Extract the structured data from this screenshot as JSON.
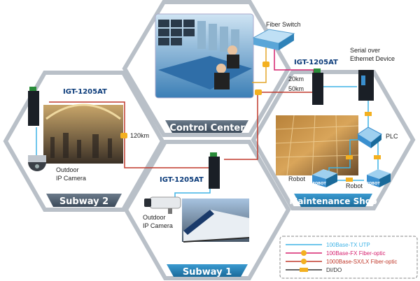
{
  "zones": {
    "control_center": "Control Center",
    "subway_2": "Subway 2",
    "subway_1": "Subway 1",
    "maintenance_shop": "Maintenance Shop"
  },
  "devices": {
    "fiber_switch": "Fiber Switch",
    "igt_top": "IGT-1205AT",
    "igt_subway2": "IGT-1205AT",
    "igt_subway1": "IGT-1205AT",
    "serial_device": [
      "Serial over",
      "Ethernet Device"
    ],
    "plc": "PLC",
    "robot_left": "Robot",
    "robot_right": "Robot",
    "robot_box": "ROBOT",
    "camera_subway2": [
      "Outdoor",
      "IP Camera"
    ],
    "camera_subway1": [
      "Outdoor",
      "IP Camera"
    ]
  },
  "links": {
    "d20": "20km",
    "d50": "50km",
    "d120": "120km"
  },
  "legend": {
    "items": [
      {
        "label": "100Base-TX UTP",
        "color": "#3fb3e6"
      },
      {
        "label": "100Base-FX Fiber-optic",
        "color": "#d6226f"
      },
      {
        "label": "1000Base-SX/LX Fiber-optic",
        "color": "#c0392b"
      },
      {
        "label": "DI/DO",
        "color": "#333333"
      }
    ]
  },
  "colors": {
    "hex_border": "#9aa3ad",
    "banner_dark": "#3b4a5a",
    "banner_blue": "#1f78a8",
    "device_blue": "#0b3b7a",
    "fiber_pink": "#d6226f",
    "utp_cyan": "#3fb3e6"
  }
}
